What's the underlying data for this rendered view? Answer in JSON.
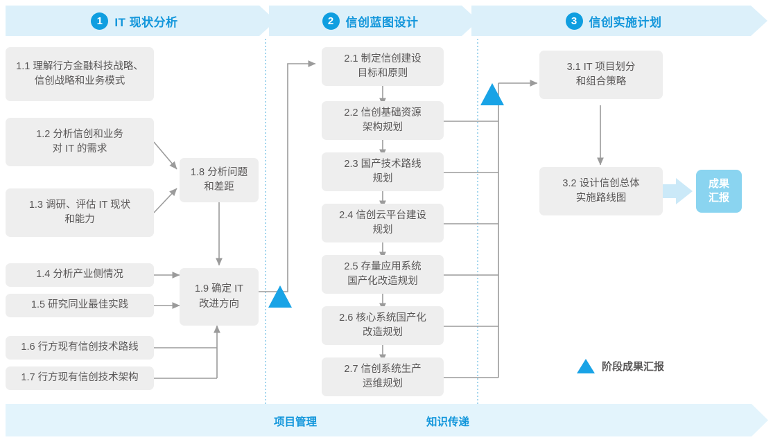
{
  "phases": [
    {
      "num": "1",
      "title": "IT 现状分析"
    },
    {
      "num": "2",
      "title": "信创蓝图设计"
    },
    {
      "num": "3",
      "title": "信创实施计划"
    }
  ],
  "nodes": {
    "n11": "1.1 理解行方金融科技战略、\n信创战略和业务模式",
    "n12": "1.2 分析信创和业务\n对 IT 的需求",
    "n13": "1.3 调研、评估 IT 现状\n和能力",
    "n14": "1.4 分析产业侧情况",
    "n15": "1.5 研究同业最佳实践",
    "n16": "1.6 行方现有信创技术路线",
    "n17": "1.7 行方现有信创技术架构",
    "n18": "1.8 分析问题\n和差距",
    "n19": "1.9 确定 IT\n改进方向",
    "n21": "2.1 制定信创建设\n目标和原则",
    "n22": "2.2 信创基础资源\n架构规划",
    "n23": "2.3 国产技术路线\n规划",
    "n24": "2.4 信创云平台建设\n规划",
    "n25": "2.5 存量应用系统\n国产化改造规划",
    "n26": "2.6 核心系统国产化\n改造规划",
    "n27": "2.7 信创系统生产\n运维规划",
    "n31": "3.1 IT 项目划分\n和组合策略",
    "n32": "3.2 设计信创总体\n实施路线图"
  },
  "result_chip": "成果\n汇报",
  "legend": {
    "icon": "triangle-icon",
    "label": "阶段成果汇报"
  },
  "bottom_band": {
    "labels": [
      "项目管理",
      "知识传递"
    ]
  },
  "colors": {
    "band_fill": "#dcf0fa",
    "bottom_band_fill": "#e3f4fc",
    "accent_blue": "#1296db",
    "marker_blue": "#19a3e6",
    "node_fill": "#eeeeee",
    "node_text": "#595757",
    "chip_fill": "#8ad4f0",
    "chip_arrow": "#cbe9f8",
    "connector": "#9b9b9b",
    "divider": "#5ab6e0"
  }
}
